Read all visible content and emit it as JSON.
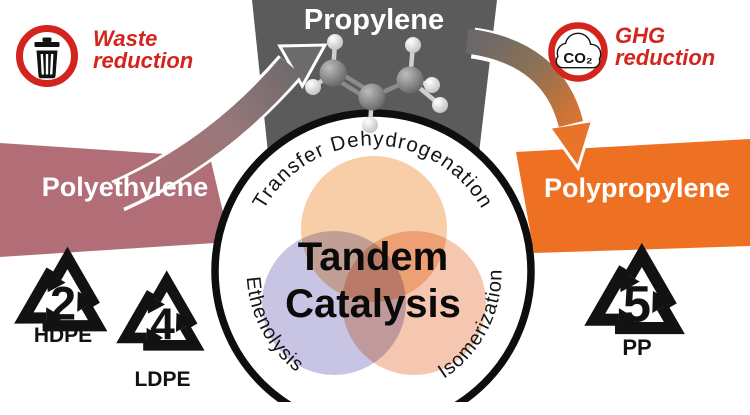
{
  "propylene_label": "Propylene",
  "banners": {
    "left": "Polyethylene",
    "right": "Polypropylene"
  },
  "badges": {
    "waste": {
      "line1": "Waste",
      "line2": "reduction"
    },
    "ghg": {
      "line1": "GHG",
      "line2": "reduction",
      "cloud_label": "CO₂"
    }
  },
  "venn": {
    "title_line1": "Tandem",
    "title_line2": "Catalysis",
    "top_process": "Transfer Dehydrogenation",
    "left_process": "Ethenolysis",
    "right_process": "Isomerization"
  },
  "recycling": [
    {
      "number": "2",
      "label": "HDPE"
    },
    {
      "number": "4",
      "label": "LDPE"
    },
    {
      "number": "5",
      "label": "PP"
    }
  ],
  "colors": {
    "red_accent": "#D3251E",
    "polyethylene_mauve": "#B16E76",
    "polypropylene_orange": "#EE7123",
    "propylene_box_gray": "#5C5B5C",
    "venn_top": "#F7CEA7",
    "venn_left": "#C8C5E4",
    "venn_right": "#F5C6B0"
  }
}
